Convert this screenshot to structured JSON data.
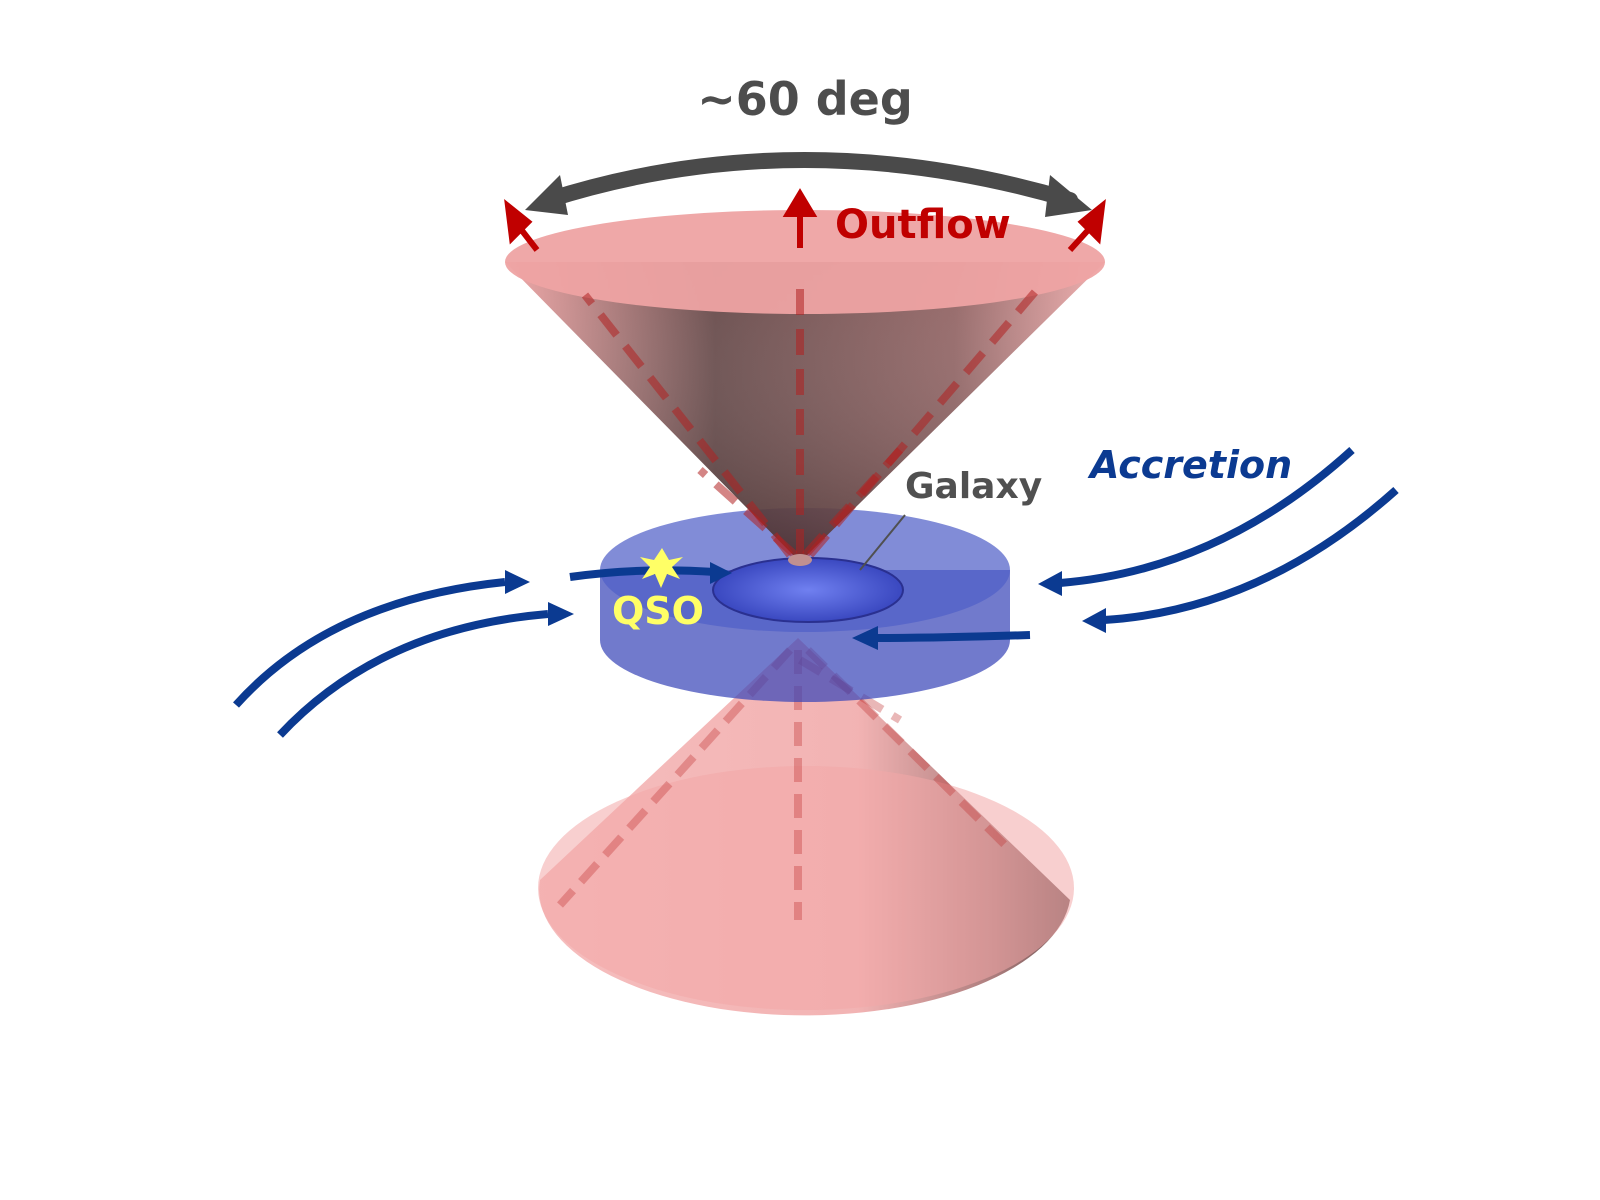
{
  "labels": {
    "angle": "~60 deg",
    "outflow": "Outflow",
    "galaxy": "Galaxy",
    "accretion": "Accretion",
    "qso": "QSO"
  },
  "colors": {
    "angle_text": "#4d4d4d",
    "angle_arrow": "#4a4a4a",
    "outflow": "#c00000",
    "cone": "#e88b8b",
    "cone_shadow": "#2e2020",
    "disk": "#3a46b8",
    "galaxy_text": "#505050",
    "accretion": "#0b3a91",
    "qso": "#ffff66"
  }
}
